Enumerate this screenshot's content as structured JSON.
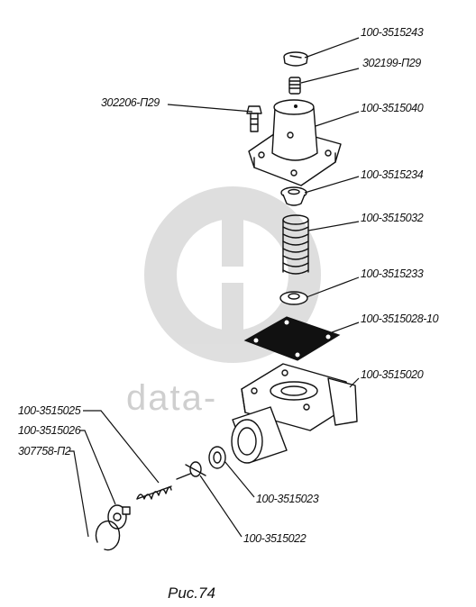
{
  "figure": {
    "caption": "Рис.74",
    "watermark_text": "data-",
    "parts": [
      {
        "label": "100-3515243"
      },
      {
        "label": "302199-П29"
      },
      {
        "label": "302206-П29"
      },
      {
        "label": "100-3515040"
      },
      {
        "label": "100-3515234"
      },
      {
        "label": "100-3515032"
      },
      {
        "label": "100-3515233"
      },
      {
        "label": "100-3515028-10"
      },
      {
        "label": "100-3515020"
      },
      {
        "label": "100-3515025"
      },
      {
        "label": "100-3515026"
      },
      {
        "label": "307758-П2"
      },
      {
        "label": "100-3515023"
      },
      {
        "label": "100-3515022"
      }
    ]
  }
}
